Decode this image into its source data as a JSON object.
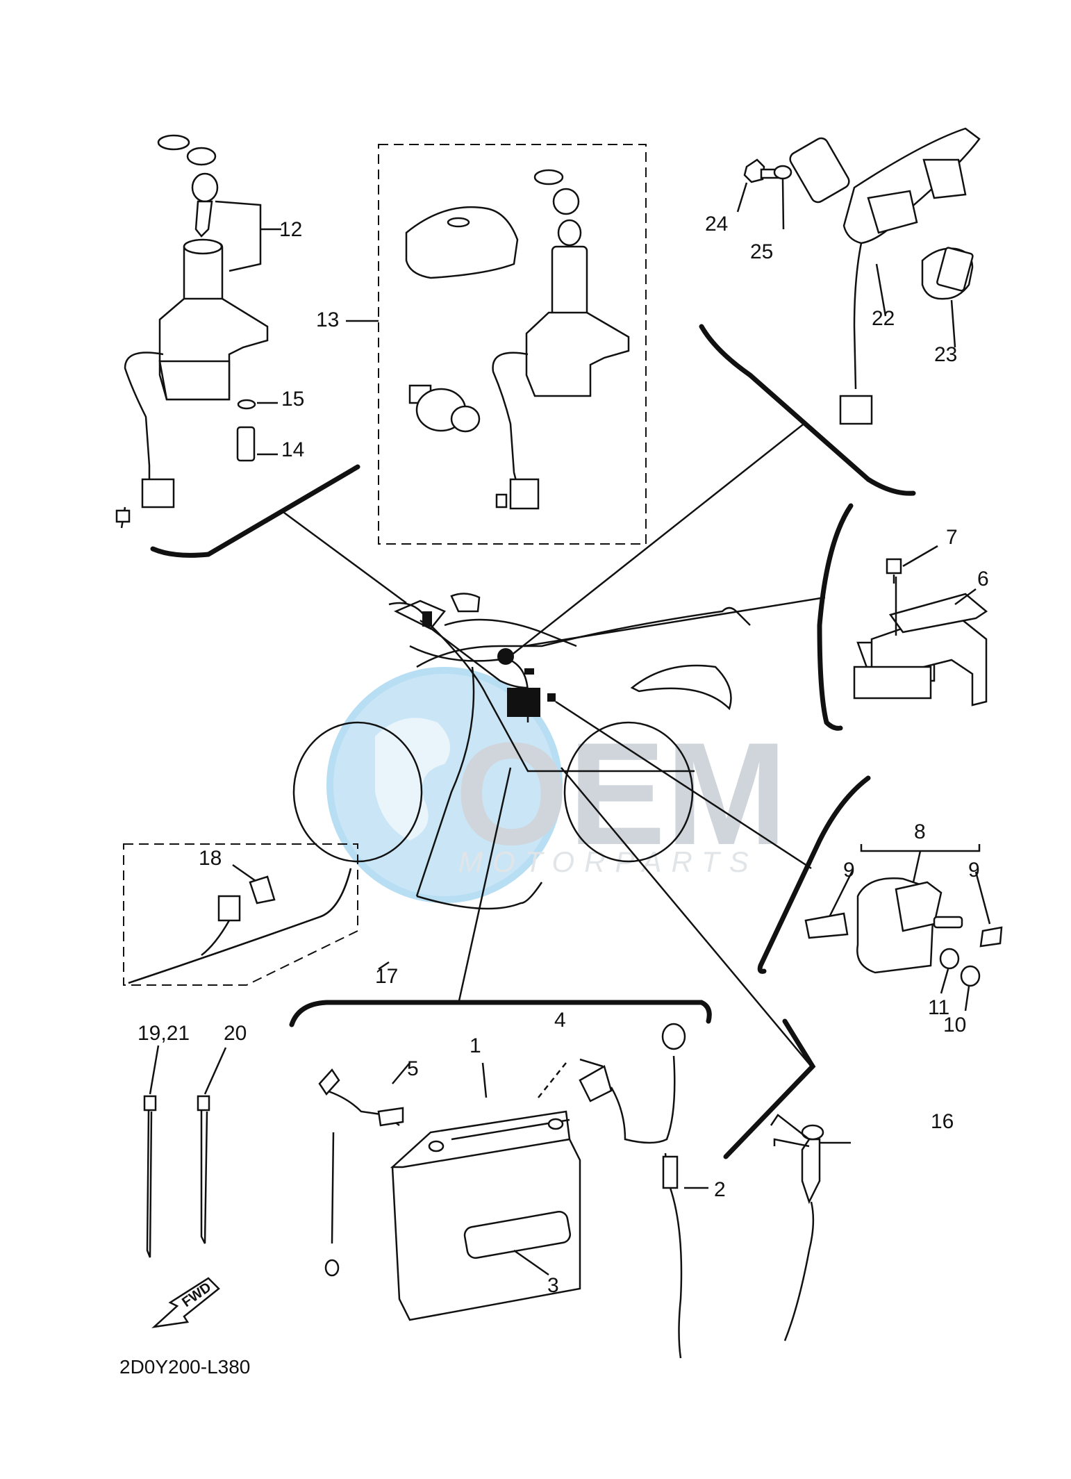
{
  "diagram_code": "2D0Y200-L380",
  "watermark": {
    "logo": "OEM",
    "text": "MOTORPARTS"
  },
  "direction_label": "FWD",
  "callouts": {
    "c1": "1",
    "c2": "2",
    "c3": "3",
    "c4": "4",
    "c5": "5",
    "c6": "6",
    "c7": "7",
    "c8": "8",
    "c9a": "9",
    "c9b": "9",
    "c10": "10",
    "c11": "11",
    "c12": "12",
    "c13": "13",
    "c14": "14",
    "c15": "15",
    "c16": "16",
    "c17": "17",
    "c18": "18",
    "c19_21": "19,21",
    "c20": "20",
    "c22": "22",
    "c23": "23",
    "c24": "24",
    "c25": "25"
  },
  "colors": {
    "line": "#111111",
    "watermark_globe": "#7fc4ea",
    "watermark_text": "#a9b3bd"
  }
}
